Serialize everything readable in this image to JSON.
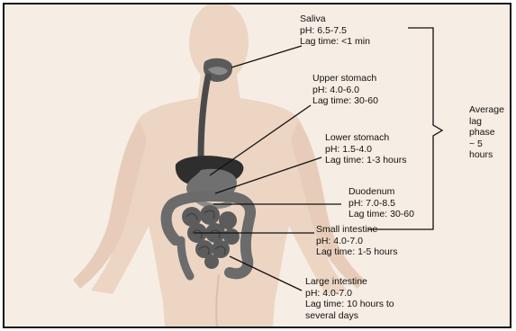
{
  "colors": {
    "background": "#f6ede4",
    "body": "#ecd5c3",
    "body_edge": "#ddbfa8",
    "esophagus": "#4a4a4a",
    "liver": "#2e2e2e",
    "stomach": "#707070",
    "duodenum": "#8a8a8a",
    "small_intestine": "#5c5c5c",
    "large_intestine": "#6b6b6b",
    "mouth": "#5a5a5a",
    "line": "#111111"
  },
  "labels": {
    "saliva": {
      "name": "Saliva",
      "ph": "pH: 6.5-7.5",
      "lag": "Lag time: <1 min"
    },
    "upper_stomach": {
      "name": "Upper stomach",
      "ph": "pH: 4.0-6.0",
      "lag": "Lag time: 30-60"
    },
    "lower_stomach": {
      "name": "Lower stomach",
      "ph": "pH: 1.5-4.0",
      "lag": "Lag time: 1-3 hours"
    },
    "duodenum": {
      "name": "Duodenum",
      "ph": "pH: 7.0-8.5",
      "lag": "Lag time: 30-60"
    },
    "small_intestine": {
      "name": "Small intestine",
      "ph": "pH: 4.0-7.0",
      "lag": "Lag time: 1-5 hours"
    },
    "large_intestine": {
      "name": "Large intestine",
      "ph": "pH: 4.0-7.0",
      "lag_line1": "Lag time: 10 hours to",
      "lag_line2": "several days"
    }
  },
  "average": {
    "line1": "Average",
    "line2": "lag",
    "line3": "phase",
    "line4": "~ 5",
    "line5": "hours"
  }
}
